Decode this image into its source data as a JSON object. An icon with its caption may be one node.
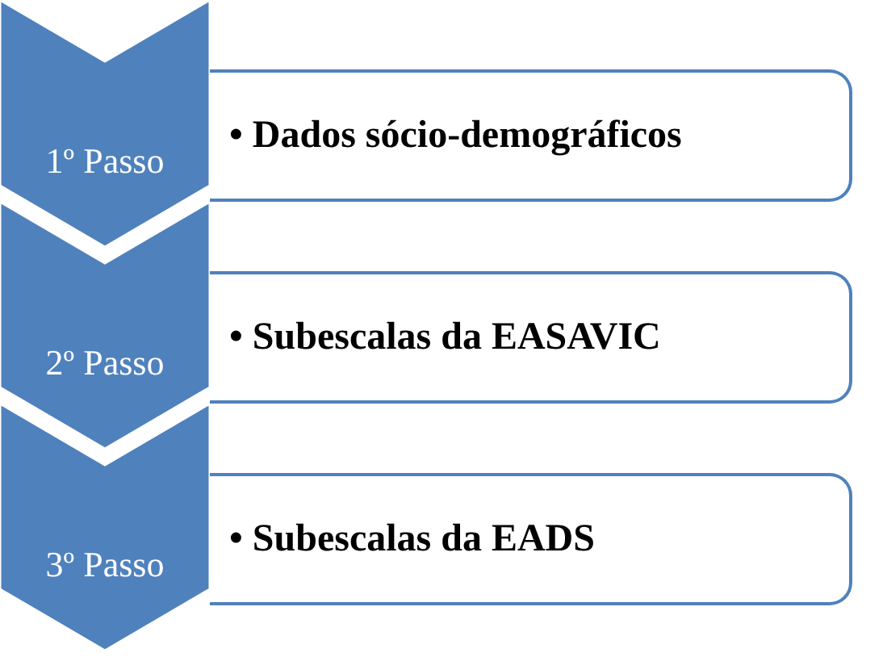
{
  "diagram": {
    "nodes": [
      {
        "text": [
          "1º Passo"
        ]
      },
      {
        "text": [
          "• Dados sócio-demográficos"
        ]
      },
      {
        "text": [
          "2º Passo"
        ]
      },
      {
        "text": [
          "• Subescalas da EASAVIC"
        ]
      },
      {
        "text": [
          "3º Passo"
        ]
      },
      {
        "text": [
          "• Subescalas da EADS"
        ]
      }
    ]
  }
}
